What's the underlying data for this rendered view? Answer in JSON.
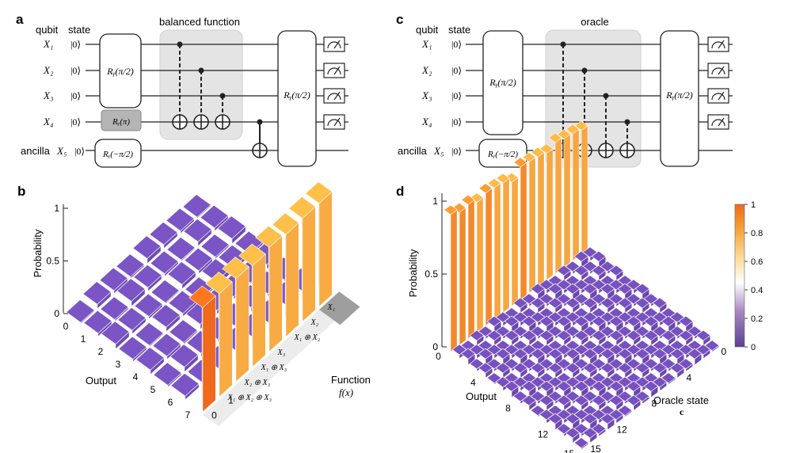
{
  "panels": {
    "a": "a",
    "b": "b",
    "c": "c",
    "d": "d"
  },
  "circuit_a": {
    "header_qubit": "qubit",
    "header_state": "state",
    "region_title": "balanced function",
    "qubits": [
      "X₁",
      "X₂",
      "X₃",
      "X₄"
    ],
    "ancilla_prefix": "ancilla",
    "ancilla_name": "X₅",
    "ket": "|0⟩",
    "gate_ry_half": "Rᵧ(π/2)",
    "gate_ry_pi": "Rᵧ(π)",
    "gate_ry_minus_half": "Rᵧ(−π/2)"
  },
  "circuit_c": {
    "header_qubit": "qubit",
    "header_state": "state",
    "region_title": "oracle",
    "qubits": [
      "X₁",
      "X₂",
      "X₃",
      "X₄"
    ],
    "ancilla_prefix": "ancilla",
    "ancilla_name": "X₅",
    "ket": "|0⟩",
    "gate_ry_half": "Rᵧ(π/2)",
    "gate_ry_minus_half": "Rᵧ(−π/2)"
  },
  "chart_data": [
    {
      "panel": "b",
      "type": "bar3d",
      "ylabel": "Probability",
      "xlabel": "Output",
      "zlabel": "Function",
      "zlabel_math": "f(x)",
      "yticks": [
        "0",
        "0.5",
        "1"
      ],
      "output_ticks": [
        "0",
        "1",
        "2",
        "3",
        "4",
        "5",
        "6",
        "7"
      ],
      "function_ticks": [
        "0",
        "1"
      ],
      "function_labels": [
        "X₁",
        "X₂",
        "X₁ ⊕ X₂",
        "X₃",
        "X₁ ⊕ X₃",
        "X₂ ⊕ X₃",
        "X₁ ⊕ X₂ ⊕ X₃"
      ],
      "values": [
        0.98,
        0.98,
        0.97,
        0.99,
        0.96,
        0.98,
        0.98,
        0.99
      ]
    },
    {
      "panel": "d",
      "type": "bar3d",
      "ylabel": "Probability",
      "xlabel": "Output",
      "zlabel": "Oracle state",
      "zlabel_sub": "c",
      "yticks": [
        "0",
        "0.5",
        "1"
      ],
      "output_ticks": [
        "0",
        "4",
        "8",
        "12",
        "15"
      ],
      "oracle_ticks": [
        "0",
        "4",
        "8",
        "12",
        "15"
      ],
      "values": [
        0.85,
        0.87,
        0.88,
        0.9,
        0.87,
        0.89,
        0.9,
        0.91,
        0.85,
        0.89,
        0.9,
        0.91,
        0.89,
        0.92,
        0.91,
        0.94
      ],
      "colorbar": {
        "ticks": [
          "0",
          "0.2",
          "0.4",
          "0.6",
          "0.8",
          "1"
        ],
        "colors": [
          "#5b3f95",
          "#b48cc8",
          "#ffffff",
          "#fdd486",
          "#f6a232",
          "#ef6f1e"
        ]
      }
    }
  ]
}
